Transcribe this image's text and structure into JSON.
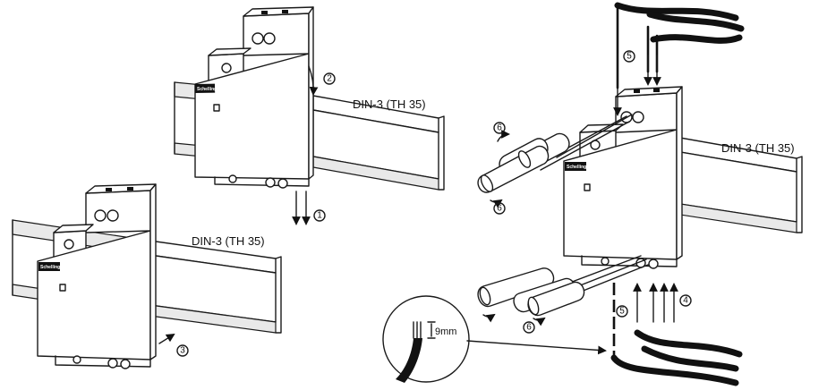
{
  "rail_label": "DIN-3 (TH 35)",
  "brand": "Schellinger",
  "strip_length": "9mm",
  "steps": {
    "s1": "1",
    "s2": "2",
    "s3": "3",
    "s4": "4",
    "s5": "5",
    "s6": "6"
  }
}
